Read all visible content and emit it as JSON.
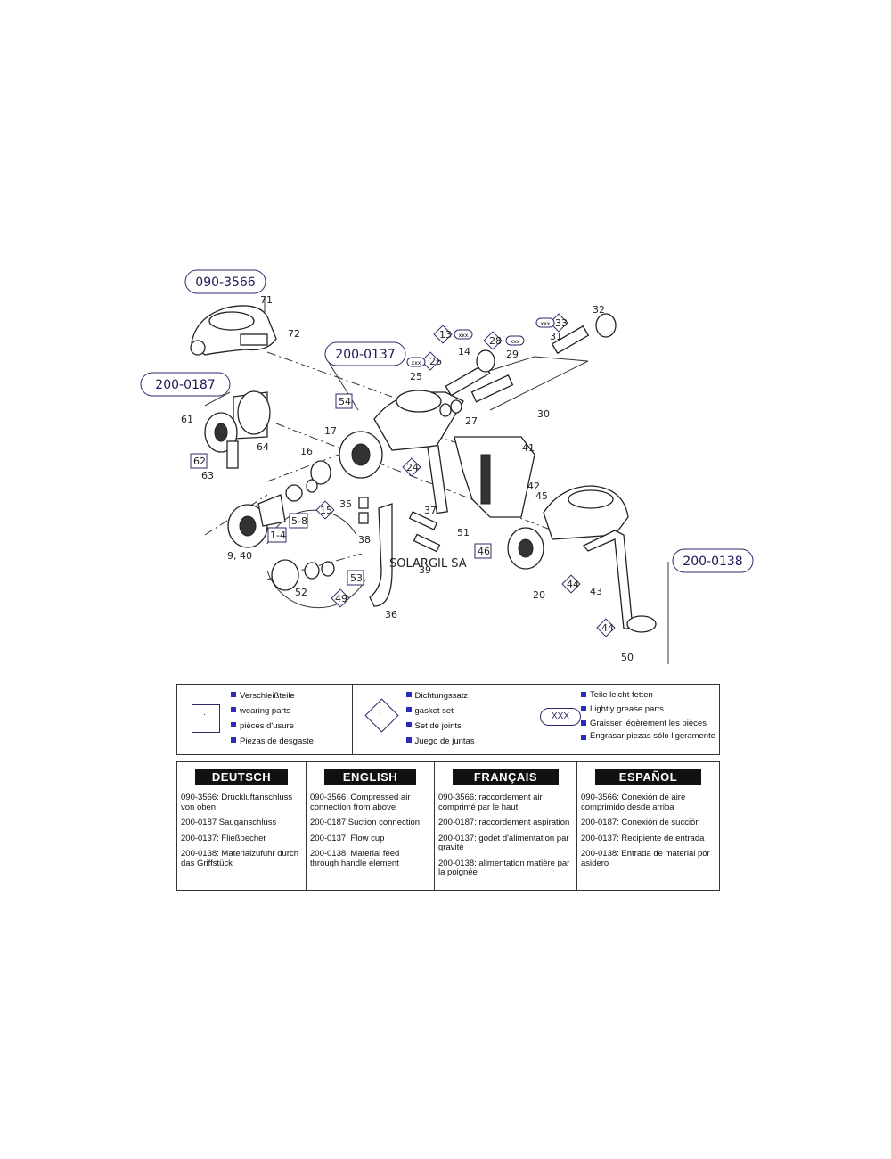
{
  "assemblies": {
    "a1": "090-3566",
    "a2": "200-0187",
    "a3": "200-0137",
    "a4": "200-0138"
  },
  "parts": {
    "p71": "71",
    "p72": "72",
    "p61": "61",
    "p62": "62",
    "p63": "63",
    "p64": "64",
    "p16": "16",
    "p17": "17",
    "p54": "54",
    "p24": "24",
    "p15": "15",
    "p5_8": "5-8",
    "p1_4": "1-4",
    "p9_40": "9, 40",
    "p35": "35",
    "p38": "38",
    "p37": "37",
    "p39": "39",
    "p51": "51",
    "p36": "36",
    "p52": "52",
    "p49": "49",
    "p53": "53",
    "p13": "13",
    "p14": "14",
    "p25": "25",
    "p26": "26",
    "p27": "27",
    "p28": "28",
    "p29": "29",
    "p30": "30",
    "p31": "31",
    "p32": "32",
    "p33": "33",
    "p41": "41",
    "p42": "42",
    "p45": "45",
    "p46": "46",
    "p20": "20",
    "p44a": "44",
    "p43": "43",
    "p44b": "44",
    "p50": "50",
    "xxx": "xxx"
  },
  "watermark": "SOLARGIL SA",
  "legend": {
    "wearing": [
      "Verschleißteile",
      "wearing parts",
      "pièces d'usure",
      "Piezas de desgaste"
    ],
    "gasket": [
      "Dichtungssatz",
      "gasket set",
      "Set de joints",
      "Juego de juntas"
    ],
    "grease": [
      "Teile leicht fetten",
      "Lightly grease parts",
      "Graisser légèrement les pièces",
      "Engrasar piezas sólo ligeramente"
    ],
    "grease_symbol": "XXX",
    "dot": "·"
  },
  "languages": {
    "de": {
      "title": "DEUTSCH",
      "rows": [
        "090-3566: Druckluftanschluss von oben",
        "200-0187 Sauganschluss",
        "200-0137: Fließbecher",
        "200-0138: Materialzufuhr durch das Griffstück"
      ]
    },
    "en": {
      "title": "ENGLISH",
      "rows": [
        "090-3566: Compressed air connection from above",
        "200-0187 Suction connection",
        "200-0137: Flow cup",
        "200-0138: Material feed through handle element"
      ]
    },
    "fr": {
      "title": "FRANÇAIS",
      "rows": [
        "090-3566: raccordement air comprimé par le haut",
        "200-0187: raccordement aspiration",
        "200-0137: godet d'alimentation par gravité",
        "200-0138: alimentation matière par la poignée"
      ]
    },
    "es": {
      "title": "ESPAÑOL",
      "rows": [
        "090-3566: Conexión de aire comprimido desde arriba",
        "200-0187: Conexión de succión",
        "200-0137: Recipiente de entrada",
        "200-0138: Entrada de material por asidero"
      ]
    }
  }
}
